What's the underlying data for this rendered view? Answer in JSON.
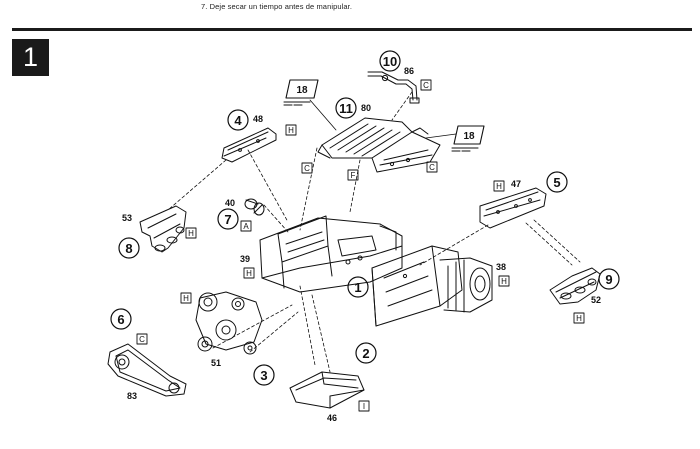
{
  "header": {
    "note": "7. Deje secar un tiempo antes de manipular."
  },
  "step": {
    "number": "1"
  },
  "callouts": [
    {
      "id": "c10",
      "label": "10"
    },
    {
      "id": "c11",
      "label": "11"
    },
    {
      "id": "c4",
      "label": "4"
    },
    {
      "id": "c7",
      "label": "7"
    },
    {
      "id": "c8",
      "label": "8"
    },
    {
      "id": "c5",
      "label": "5"
    },
    {
      "id": "c1",
      "label": "1"
    },
    {
      "id": "c9",
      "label": "9"
    },
    {
      "id": "c6",
      "label": "6"
    },
    {
      "id": "c2",
      "label": "2"
    },
    {
      "id": "c3",
      "label": "3"
    }
  ],
  "part_numbers": {
    "p86": "86",
    "p80": "80",
    "p48": "48",
    "p40": "40",
    "p53": "53",
    "p47": "47",
    "p39": "39",
    "p38": "38",
    "p52": "52",
    "p51": "51",
    "p83": "83",
    "p46": "46"
  },
  "color_codes": {
    "c_top": "C",
    "c_cover_left": "C",
    "f_cover": "F",
    "c_cover_right": "C",
    "h_part4": "H",
    "a_part7": "A",
    "h_part8": "H",
    "h_part5": "H",
    "h_part39": "H",
    "h_part38": "H",
    "h_part9": "H",
    "h_pulley": "H",
    "c_part6": "C",
    "i_part46": "I"
  },
  "paint_refs": {
    "ref_left": "18",
    "ref_right": "18"
  },
  "colors": {
    "ink": "#111111",
    "step_bg": "#1a1a1a",
    "rule": "#1b1b1b"
  }
}
